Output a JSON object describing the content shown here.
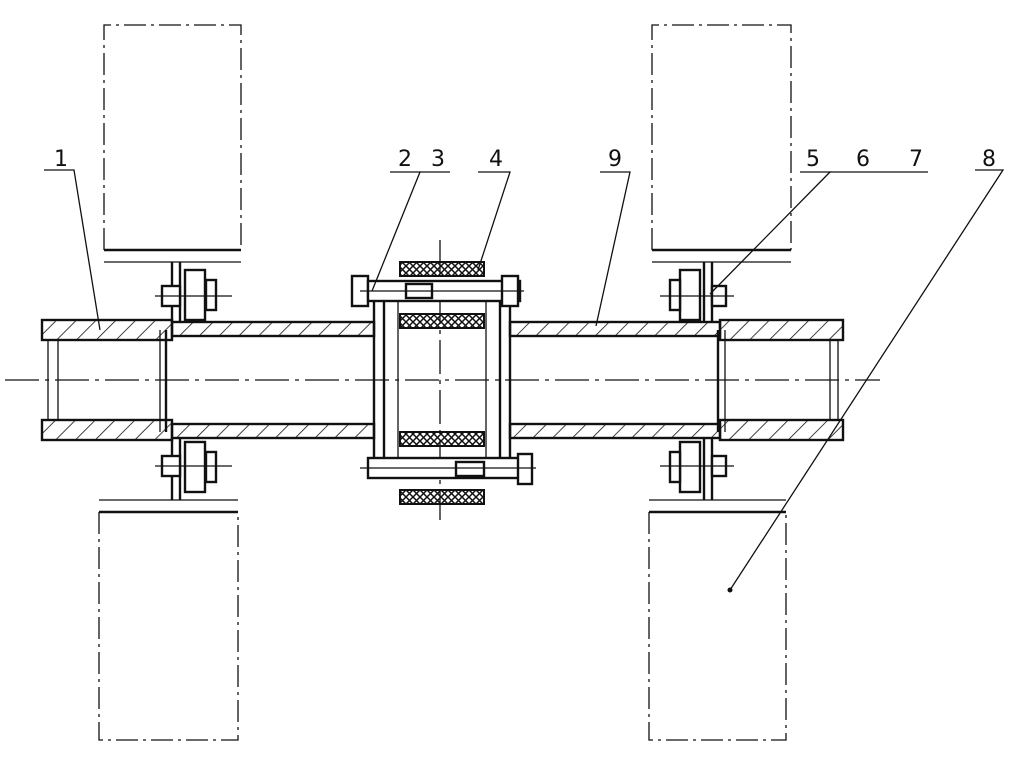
{
  "labels": [
    {
      "id": "1",
      "text": "1"
    },
    {
      "id": "2",
      "text": "2"
    },
    {
      "id": "3",
      "text": "3"
    },
    {
      "id": "4",
      "text": "4"
    },
    {
      "id": "5",
      "text": "5"
    },
    {
      "id": "6",
      "text": "6"
    },
    {
      "id": "7",
      "text": "7"
    },
    {
      "id": "8",
      "text": "8"
    },
    {
      "id": "9",
      "text": "9"
    }
  ],
  "colors": {
    "line": "#111111",
    "background": "#ffffff"
  }
}
